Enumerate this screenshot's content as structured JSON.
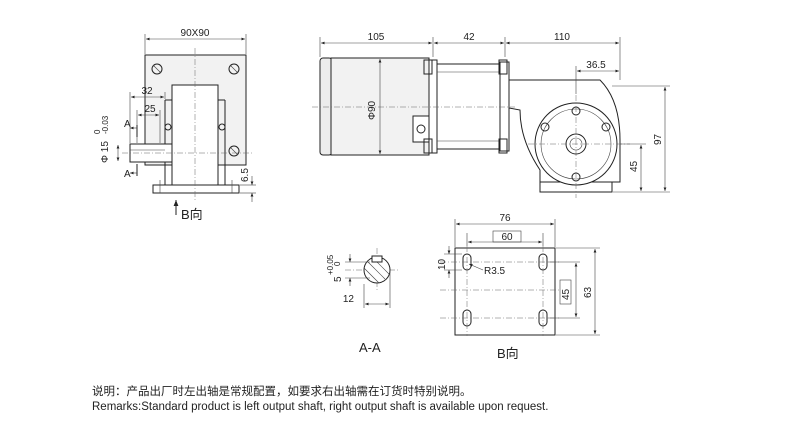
{
  "front_view": {
    "width_label": "90X90",
    "dim_32": "32",
    "dim_25": "25",
    "dim_shaft_dia": "Φ 15",
    "dim_shaft_tol_upper": "0",
    "dim_shaft_tol_lower": "-0.03",
    "dim_6_5": "6.5",
    "section_marker_a": "A",
    "view_arrow_label": "B向"
  },
  "side_view": {
    "dim_105": "105",
    "dim_42": "42",
    "dim_110": "110",
    "dim_36_5": "36.5",
    "dim_phi90": "Φ90",
    "dim_97": "97",
    "dim_45": "45"
  },
  "section_view": {
    "key_width": "5",
    "key_tol_upper": "+0.05",
    "key_tol_lower": "0",
    "dim_12": "12",
    "title": "A-A"
  },
  "bottom_view": {
    "dim_76": "76",
    "dim_60": "60",
    "dim_10": "10",
    "dim_r3_5": "R3.5",
    "dim_45": "45",
    "dim_63": "63",
    "title": "B向"
  },
  "notes": {
    "cn": "说明：产品出厂时左出轴是常规配置，如要求右出轴需在订货时特别说明。",
    "en": "Remarks:Standard product is left output shaft, right output shaft is available upon request."
  }
}
